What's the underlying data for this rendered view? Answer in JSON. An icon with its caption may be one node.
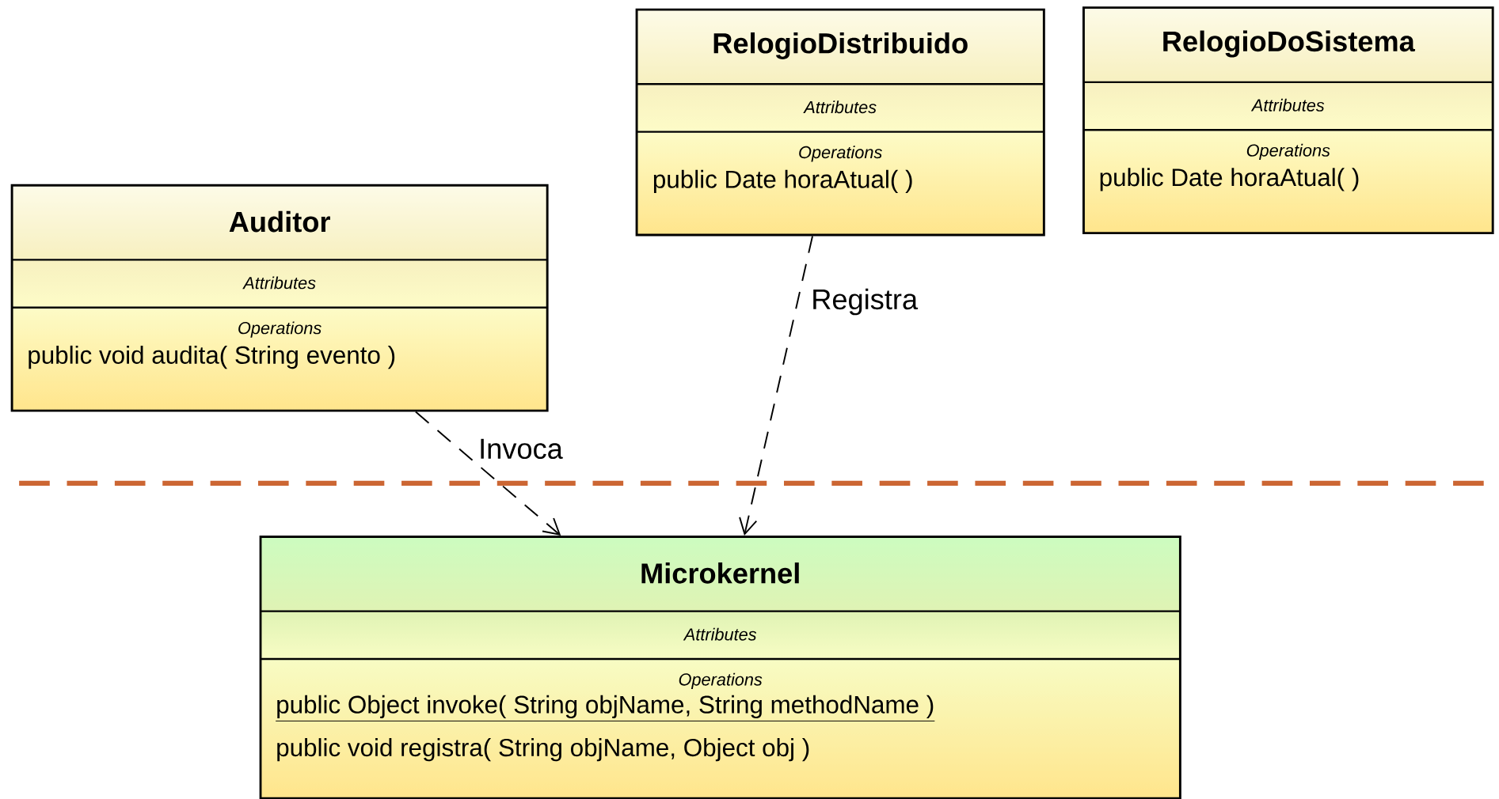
{
  "diagram": {
    "nodes": [
      {
        "text": [
          "Auditor",
          "Attributes",
          "Operations",
          "public void  audita( String evento )"
        ]
      },
      {
        "text": [
          "RelogioDistribuido",
          "Attributes",
          "Operations",
          "public Date  horaAtual( )"
        ]
      },
      {
        "text": [
          "RelogioDoSistema",
          "Attributes",
          "Operations",
          "public Date  horaAtual( )"
        ]
      },
      {
        "text": [
          "Microkernel",
          "Attributes",
          "Operations",
          "public Object  invoke( String objName, String methodName )",
          "public void  registra( String objName, Object obj )"
        ]
      }
    ],
    "edges": [
      {
        "from": 0,
        "to": 3,
        "arrow": "to",
        "style": "dashed",
        "label": "Invoca"
      },
      {
        "from": 1,
        "to": 3,
        "arrow": "to",
        "style": "dashed",
        "label": "Registra"
      }
    ]
  }
}
